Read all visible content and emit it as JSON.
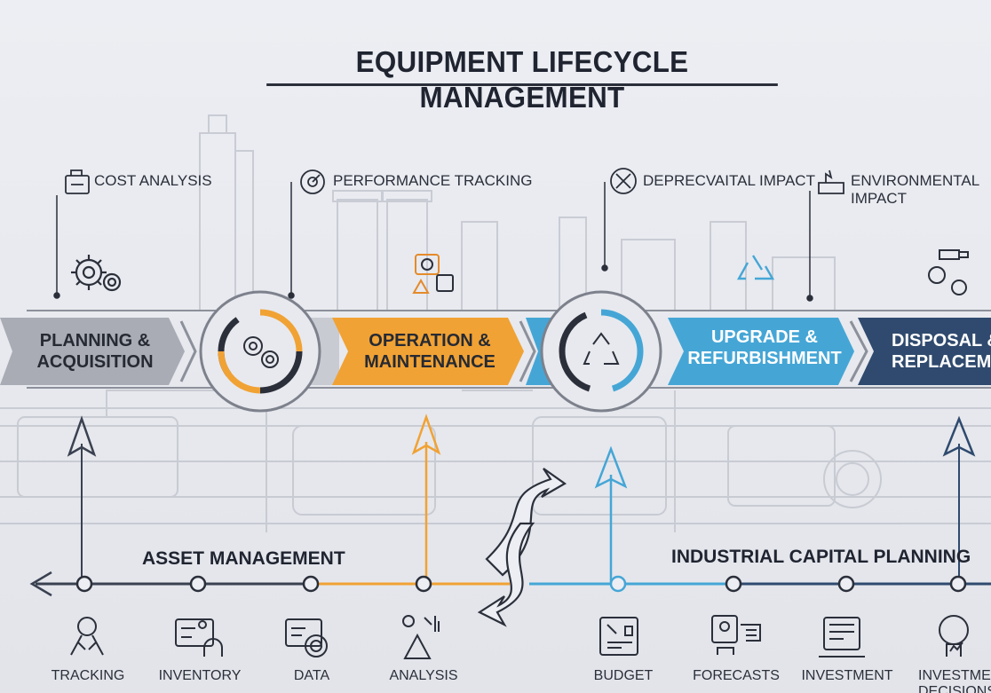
{
  "title": "EQUIPMENT LIFECYCLE MANAGEMENT",
  "top_labels": {
    "cost_analysis": "COST ANALYSIS",
    "performance_tracking": "PERFORMANCE TRACKING",
    "depreciation_impact": "DEPRECVAITAL IMPACT",
    "environmental_impact": "ENVIRONMENTAL IMPACT"
  },
  "stages": {
    "planning": "PLANNING &\nACQUISITION",
    "operation": "OPERATION &\nMAINTENANCE",
    "upgrade": "UPGRADE &\nREFURBISHMENT",
    "disposal": "DISPOSAL &\nREPLACEMENT"
  },
  "sections": {
    "asset_management": "ASSET MANAGEMENT",
    "capital_planning": "INDUSTRIAL CAPITAL PLANNING"
  },
  "bottom_labels": {
    "tracking": "TRACKING",
    "inventory": "INVENTORY",
    "data": "DATA",
    "analysis": "ANALYSIS",
    "budget": "BUDGET",
    "forecasts": "FORECASTS",
    "investment": "INVESTMENT",
    "investment_decisions": "INVESTMENT\nDECISIONS"
  },
  "colors": {
    "gray_stage": "#a9acb5",
    "orange_stage": "#f1a234",
    "blue_stage": "#45a6d6",
    "navy_stage": "#2f4a6e",
    "dark": "#2b2f3a"
  }
}
